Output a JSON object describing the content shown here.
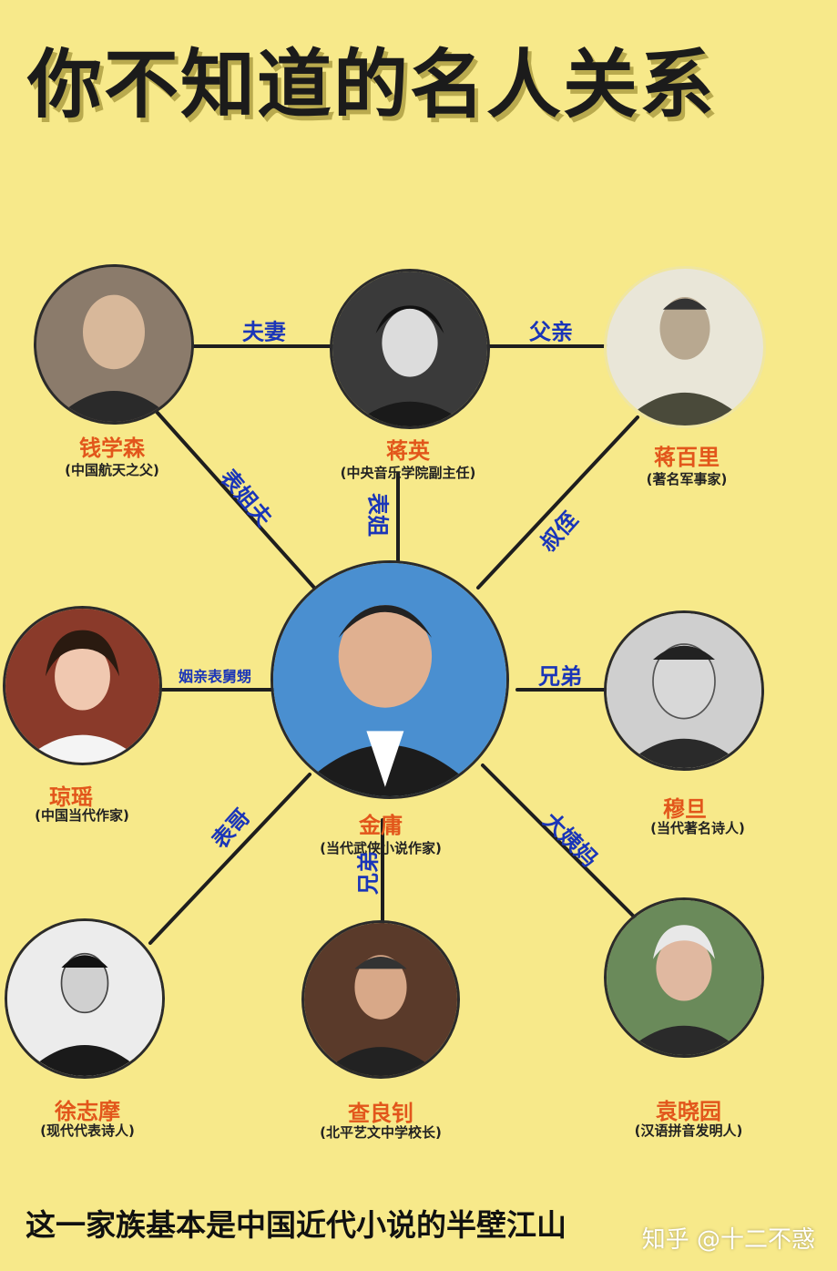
{
  "title": "你不知道的名人关系",
  "center": {
    "name": "金庸",
    "desc": "(当代武侠小说作家)"
  },
  "people": {
    "qian_xuesen": {
      "name": "钱学森",
      "desc": "(中国航天之父)"
    },
    "jiang_ying": {
      "name": "蒋英",
      "desc": "(中央音乐学院副主任)"
    },
    "jiang_baili": {
      "name": "蒋百里",
      "desc": "(著名军事家)"
    },
    "qiong_yao": {
      "name": "琼瑶",
      "desc": "(中国当代作家)"
    },
    "mu_dan": {
      "name": "穆旦",
      "desc": "(当代著名诗人)"
    },
    "xu_zhimo": {
      "name": "徐志摩",
      "desc": "(现代代表诗人)"
    },
    "zha_liangzhao": {
      "name": "查良钊",
      "desc": "(北平艺文中学校长)"
    },
    "yuan_xiaoyuan": {
      "name": "袁晓园",
      "desc": "(汉语拼音发明人)"
    }
  },
  "relations": {
    "qian_jiang_ying": "夫妻",
    "jiang_ying_jiang_baili": "父亲",
    "center_qian": "表姐夫",
    "center_jiang_ying": "表姐",
    "center_jiang_baili": "叔侄",
    "center_qiong_yao": "姻亲表舅甥",
    "center_mu_dan": "兄弟",
    "center_xu_zhimo": "表哥",
    "center_zha": "兄弟",
    "center_yuan": "大姨妈"
  },
  "footer": "这一家族基本是中国近代小说的半壁江山",
  "watermark": "知乎 @十二不惑",
  "colors": {
    "background": "#f7e98a",
    "name": "#e2561b",
    "relation": "#1a35b8",
    "line": "#1e1e1e"
  }
}
